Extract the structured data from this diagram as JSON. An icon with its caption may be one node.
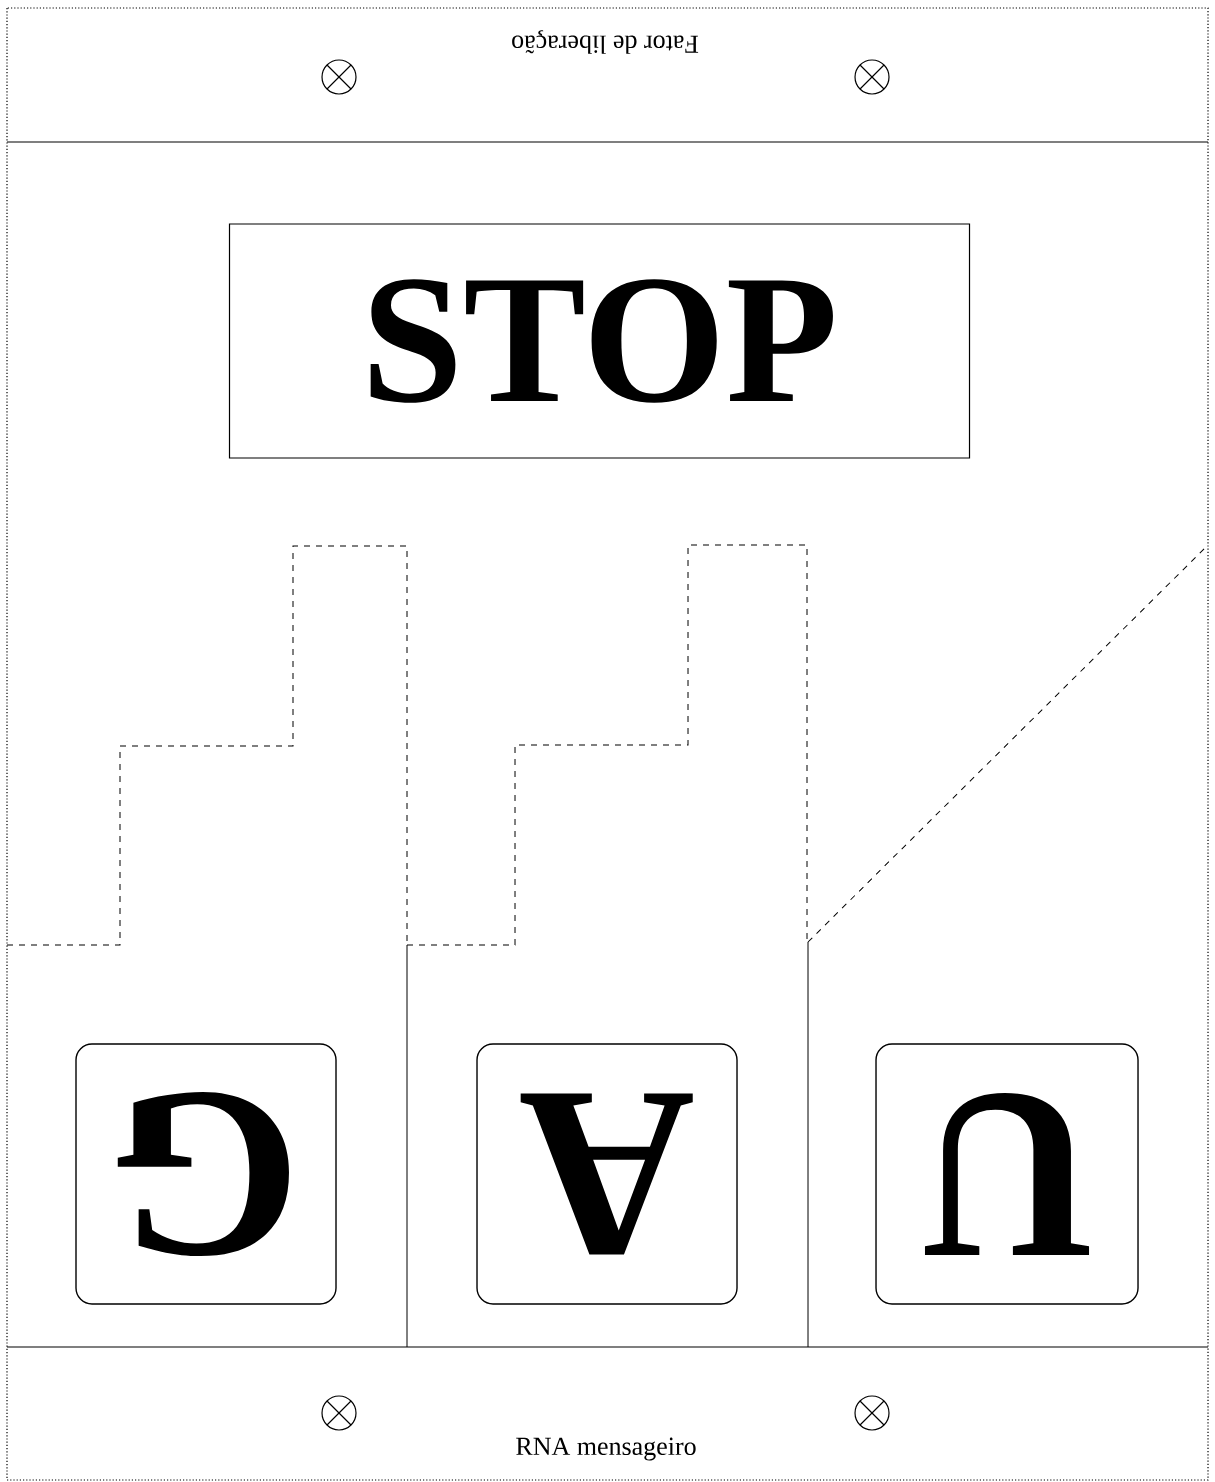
{
  "diagram": {
    "nodes": [
      {
        "text": [
          "STOP"
        ]
      },
      {
        "text": [
          "G"
        ]
      },
      {
        "text": [
          "A"
        ]
      },
      {
        "text": [
          "U"
        ]
      }
    ],
    "labels": [
      "Fator de liberação",
      "RNA mensageiro"
    ]
  }
}
